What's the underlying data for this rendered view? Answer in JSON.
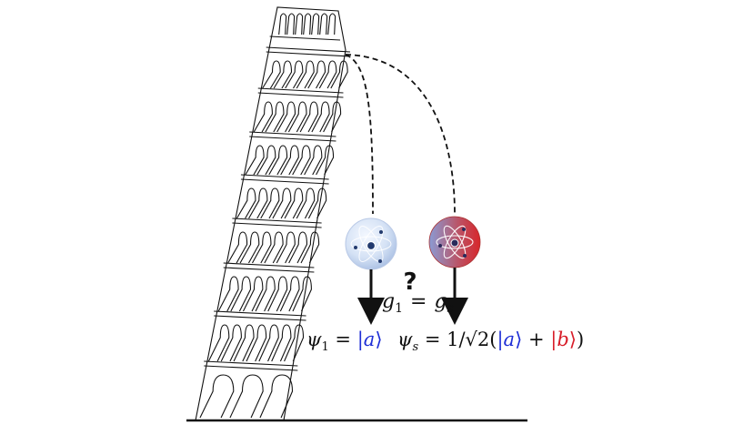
{
  "colors": {
    "ink": "#111111",
    "state_a": "#1f2fd6",
    "state_b": "#d81e2a",
    "atom1_fill": "#c9d8f0",
    "atom2_fill_left": "#7e8fc9",
    "atom2_fill_right": "#d42a2a"
  },
  "question_mark": "?",
  "equation": {
    "g1_symbol": "g",
    "g1_sub": "1",
    "equals": "=",
    "gs_symbol": "g",
    "gs_sub": "s"
  },
  "psi1": {
    "psi": "ψ",
    "sub": "1",
    "equals": " = ",
    "ket_open": "|",
    "ket_letter": "a",
    "ket_close": "⟩"
  },
  "psis": {
    "psi": "ψ",
    "sub": "s",
    "equals": " = ",
    "prefix": "1/√2(",
    "ket_a_open": "|",
    "ket_a_letter": "a",
    "ket_a_close": "⟩",
    "plus": " + ",
    "ket_b_open": "|",
    "ket_b_letter": "b",
    "ket_b_close": "⟩",
    "suffix": ")"
  }
}
